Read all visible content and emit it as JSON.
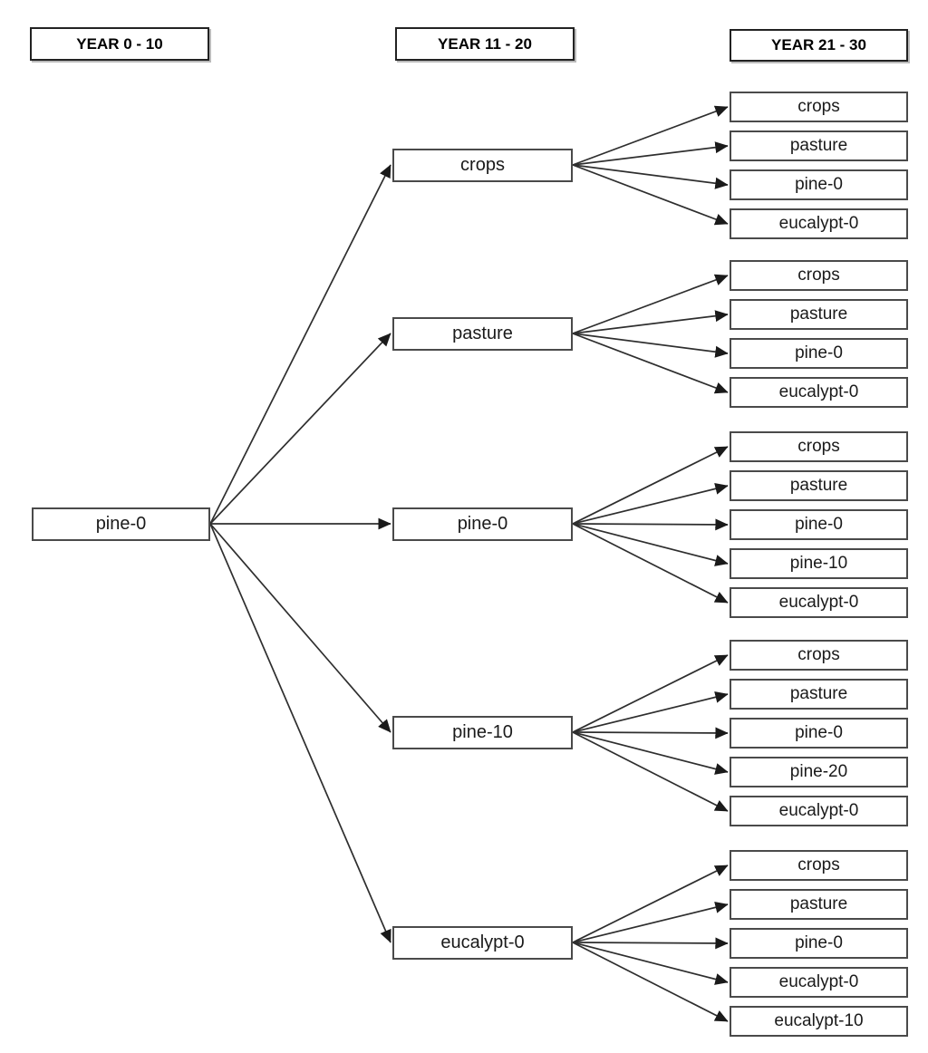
{
  "diagram": {
    "columns": [
      {
        "label": "YEAR 0 - 10"
      },
      {
        "label": "YEAR 11 - 20"
      },
      {
        "label": "YEAR 21 - 30"
      }
    ],
    "tree": {
      "root": {
        "label": "pine-0"
      },
      "branches": [
        {
          "label": "crops",
          "children": [
            "crops",
            "pasture",
            "pine-0",
            "eucalypt-0"
          ]
        },
        {
          "label": "pasture",
          "children": [
            "crops",
            "pasture",
            "pine-0",
            "eucalypt-0"
          ]
        },
        {
          "label": "pine-0",
          "children": [
            "crops",
            "pasture",
            "pine-0",
            "pine-10",
            "eucalypt-0"
          ]
        },
        {
          "label": "pine-10",
          "children": [
            "crops",
            "pasture",
            "pine-0",
            "pine-20",
            "eucalypt-0"
          ]
        },
        {
          "label": "eucalypt-0",
          "children": [
            "crops",
            "pasture",
            "pine-0",
            "eucalypt-0",
            "eucalypt-10"
          ]
        }
      ]
    },
    "colors": {
      "background": "#ffffff",
      "box_fill": "#ffffff",
      "box_border": "#4a4a4a",
      "header_border": "#222222",
      "arrow": "#2e2e2e",
      "text": "#1a1a1a"
    }
  }
}
